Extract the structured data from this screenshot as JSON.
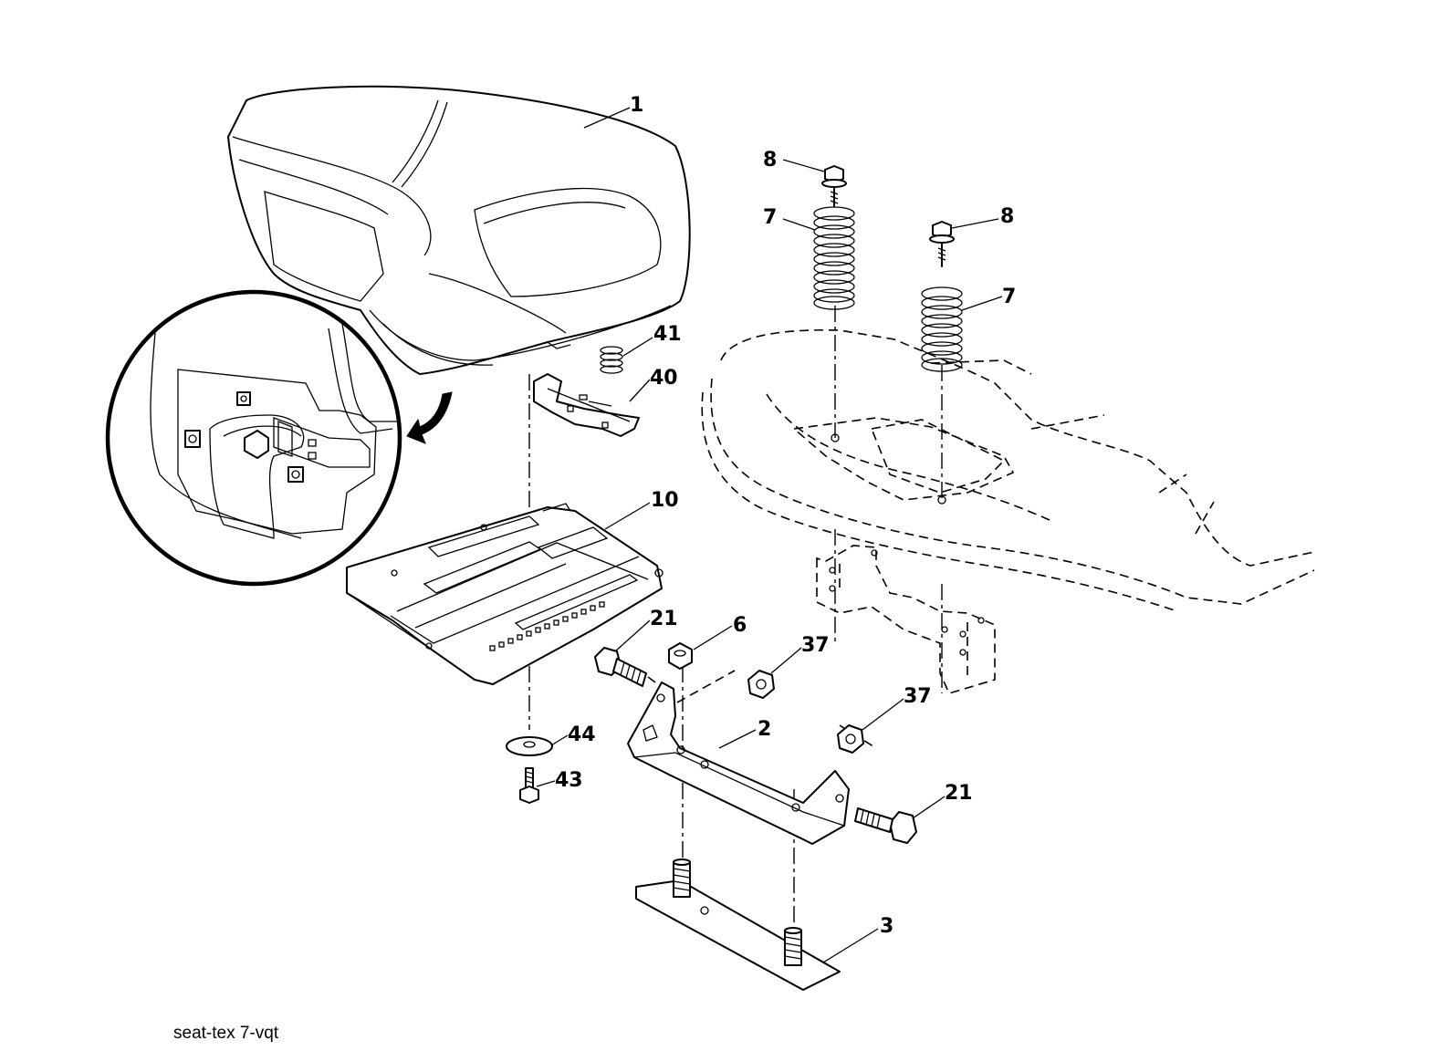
{
  "callouts": [
    {
      "id": "1",
      "label": "1"
    },
    {
      "id": "8a",
      "label": "8"
    },
    {
      "id": "8b",
      "label": "8"
    },
    {
      "id": "7a",
      "label": "7"
    },
    {
      "id": "7b",
      "label": "7"
    },
    {
      "id": "41",
      "label": "41"
    },
    {
      "id": "40",
      "label": "40"
    },
    {
      "id": "10",
      "label": "10"
    },
    {
      "id": "21a",
      "label": "21"
    },
    {
      "id": "6",
      "label": "6"
    },
    {
      "id": "37a",
      "label": "37"
    },
    {
      "id": "37b",
      "label": "37"
    },
    {
      "id": "2",
      "label": "2"
    },
    {
      "id": "44",
      "label": "44"
    },
    {
      "id": "43",
      "label": "43"
    },
    {
      "id": "21b",
      "label": "21"
    },
    {
      "id": "3",
      "label": "3"
    }
  ],
  "footer": {
    "code": "seat-tex  7-vqt"
  }
}
